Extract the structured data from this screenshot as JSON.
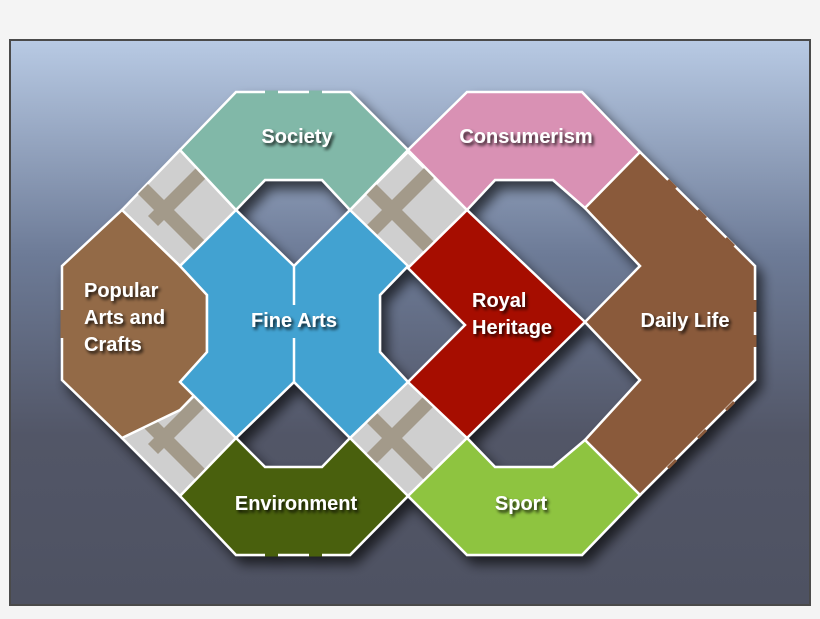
{
  "diagram": {
    "type": "interlocking-zone-map",
    "frame": {
      "bg_top": "#b8cae4",
      "bg_bottom": "#4e5262",
      "border": "#4a4a4a"
    },
    "zones": [
      {
        "id": "society",
        "label": "Society",
        "color": "#81b8a8"
      },
      {
        "id": "consumerism",
        "label": "Consumerism",
        "color": "#d991b4"
      },
      {
        "id": "popular-arts",
        "label_lines": [
          "Popular",
          "Arts and",
          "Crafts"
        ],
        "color": "#936a47"
      },
      {
        "id": "fine-arts",
        "label": "Fine Arts",
        "color": "#42a2d1"
      },
      {
        "id": "royal-heritage",
        "label_lines": [
          "Royal",
          "Heritage"
        ],
        "color": "#a60c05"
      },
      {
        "id": "daily-life",
        "label": "Daily Life",
        "color": "#8a5a3a"
      },
      {
        "id": "environment",
        "label": "Environment",
        "color": "#4a6107"
      },
      {
        "id": "sport",
        "label": "Sport",
        "color": "#8ec440"
      }
    ],
    "crossing": {
      "light": "#cfcfcf",
      "dark": "#a39a8a"
    },
    "outline": "#ffffff"
  }
}
